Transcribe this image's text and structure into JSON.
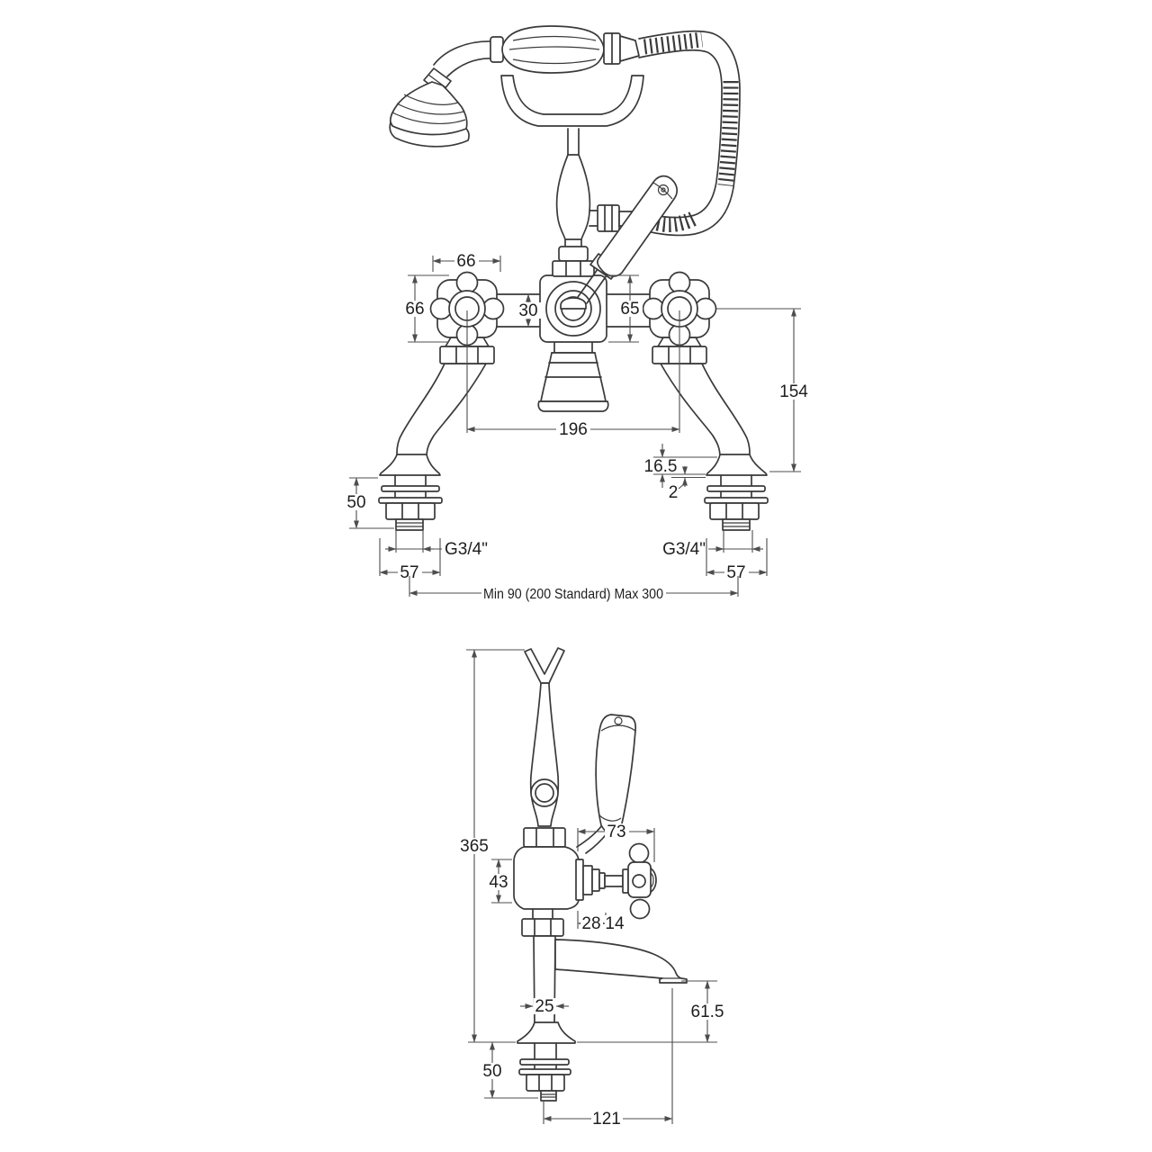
{
  "front": {
    "dims": {
      "cross_head_width": "66",
      "cross_head_height": "66",
      "body_thickness": "30",
      "center_body_height": "65",
      "tap_centres": "196",
      "body_to_base_height": "154",
      "base_step": "16.5",
      "base_gap": "2",
      "shank_length": "50",
      "thread_left": "G3/4\"",
      "thread_right": "G3/4\"",
      "base_width_left": "57",
      "base_width_right": "57",
      "mounting_range": "Min 90 (200 Standard) Max 300"
    }
  },
  "side": {
    "dims": {
      "overall_height": "365",
      "valve_body_height": "43",
      "lever_reach": "73",
      "spindle_offset": "28",
      "handle_hub_width": "14",
      "column_width": "25",
      "spout_clearance": "61.5",
      "shank_length": "50",
      "spout_reach": "121"
    }
  }
}
